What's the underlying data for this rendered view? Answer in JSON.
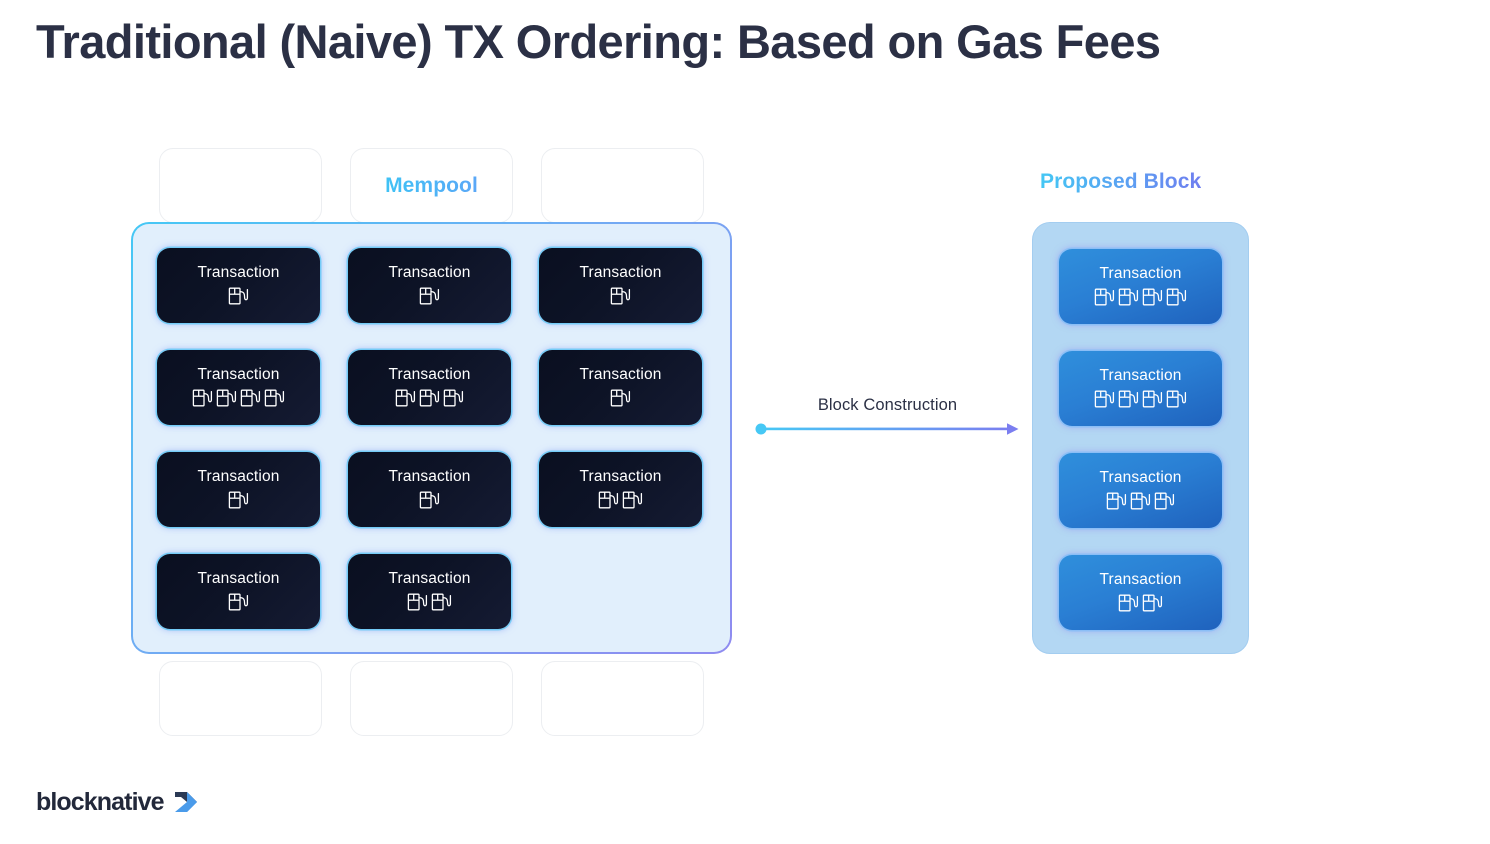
{
  "page": {
    "title": "Traditional (Naive) TX Ordering: Based on Gas Fees",
    "background_color": "#ffffff",
    "title_color": "#2b3045"
  },
  "mempool": {
    "label": "Mempool",
    "label_gradient": [
      "#3fc2f5",
      "#5ba7f7"
    ],
    "container_fill": "#e1effc",
    "card_label": "Transaction",
    "gas_icon": "gas-pump-icon",
    "cards": [
      {
        "label": "Transaction",
        "gas_count": 1
      },
      {
        "label": "Transaction",
        "gas_count": 1
      },
      {
        "label": "Transaction",
        "gas_count": 1
      },
      {
        "label": "Transaction",
        "gas_count": 4
      },
      {
        "label": "Transaction",
        "gas_count": 3
      },
      {
        "label": "Transaction",
        "gas_count": 1
      },
      {
        "label": "Transaction",
        "gas_count": 1
      },
      {
        "label": "Transaction",
        "gas_count": 1
      },
      {
        "label": "Transaction",
        "gas_count": 2
      },
      {
        "label": "Transaction",
        "gas_count": 1
      },
      {
        "label": "Transaction",
        "gas_count": 2
      }
    ],
    "placeholders_top": [
      "",
      "",
      ""
    ],
    "placeholders_bottom": [
      "",
      "",
      ""
    ]
  },
  "arrow": {
    "label": "Block Construction",
    "gradient": [
      "#46c8f5",
      "#7b7ef0"
    ],
    "direction": "right"
  },
  "proposed_block": {
    "label": "Proposed Block",
    "label_gradient": [
      "#44c7f4",
      "#6f7ef0"
    ],
    "container_fill": "#b3d7f3",
    "cards": [
      {
        "label": "Transaction",
        "gas_count": 4
      },
      {
        "label": "Transaction",
        "gas_count": 4
      },
      {
        "label": "Transaction",
        "gas_count": 3
      },
      {
        "label": "Transaction",
        "gas_count": 2
      }
    ]
  },
  "footer": {
    "logo_text": "blocknative",
    "logo_mark": "blocknative-chevron-icon",
    "logo_mark_colors": [
      "#4a9bea",
      "#2b3a55"
    ]
  }
}
